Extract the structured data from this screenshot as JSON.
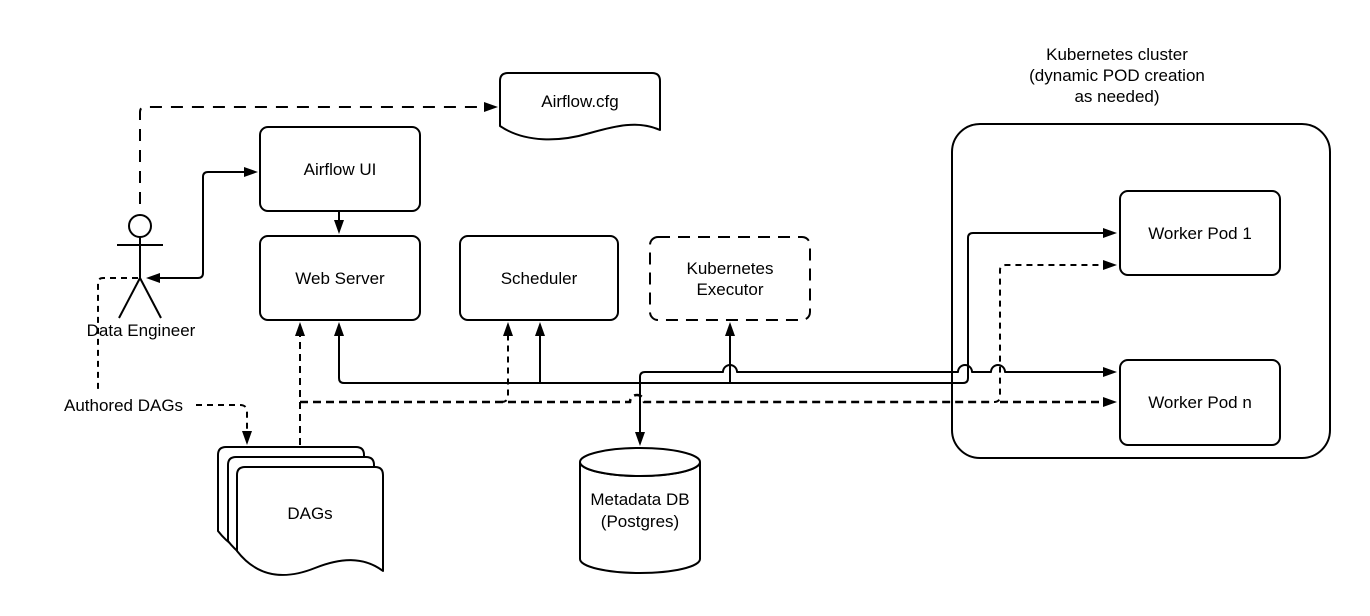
{
  "diagram": {
    "colors": {
      "stroke": "#000000",
      "fill": "#ffffff"
    },
    "nodes": {
      "data_engineer": {
        "label": "Data Engineer",
        "shape": "actor"
      },
      "airflow_cfg": {
        "label": "Airflow.cfg",
        "shape": "document"
      },
      "airflow_ui": {
        "label": "Airflow UI",
        "shape": "rounded-rect"
      },
      "web_server": {
        "label": "Web Server",
        "shape": "rounded-rect"
      },
      "scheduler": {
        "label": "Scheduler",
        "shape": "rounded-rect"
      },
      "kubernetes_executor": {
        "label": "Kubernetes\nExecutor",
        "shape": "rounded-rect-dashed"
      },
      "authored_dags": {
        "label": "Authored DAGs",
        "shape": "text"
      },
      "dags": {
        "label": "DAGs",
        "shape": "document-stack"
      },
      "metadata_db": {
        "label": "Metadata DB\n(Postgres)",
        "shape": "cylinder"
      },
      "kubernetes_cluster": {
        "label": "Kubernetes cluster\n(dynamic POD creation\nas needed)",
        "shape": "rounded-container"
      },
      "worker_pod_1": {
        "label": "Worker Pod 1",
        "shape": "rounded-rect"
      },
      "worker_pod_n": {
        "label": "Worker Pod n",
        "shape": "rounded-rect"
      }
    },
    "edges": [
      {
        "from": "data_engineer",
        "to": "airflow_cfg",
        "style": "dashed",
        "arrow": "into airflow_cfg"
      },
      {
        "from": "data_engineer",
        "to": "airflow_ui",
        "style": "solid",
        "arrow": "both ends"
      },
      {
        "from": "airflow_ui",
        "to": "web_server",
        "style": "solid",
        "arrow": "into web_server"
      },
      {
        "from": "data_engineer",
        "to": "authored_dags",
        "style": "dashed",
        "arrow": "none"
      },
      {
        "from": "authored_dags",
        "to": "dags",
        "style": "dashed",
        "arrow": "into dags"
      },
      {
        "from": "dags",
        "to": "web_server",
        "style": "dashed",
        "arrow": "into web_server"
      },
      {
        "from": "dags",
        "style": "dashed-bus",
        "arrowheads_into": [
          "scheduler",
          "worker_pod_1",
          "worker_pod_n"
        ]
      },
      {
        "style": "solid-bus",
        "arrowheads_into": [
          "web_server",
          "scheduler",
          "kubernetes_executor",
          "metadata_db",
          "worker_pod_1",
          "worker_pod_n"
        ]
      },
      {
        "inside": "kubernetes_cluster",
        "contains": [
          "worker_pod_1",
          "worker_pod_n"
        ]
      }
    ]
  }
}
